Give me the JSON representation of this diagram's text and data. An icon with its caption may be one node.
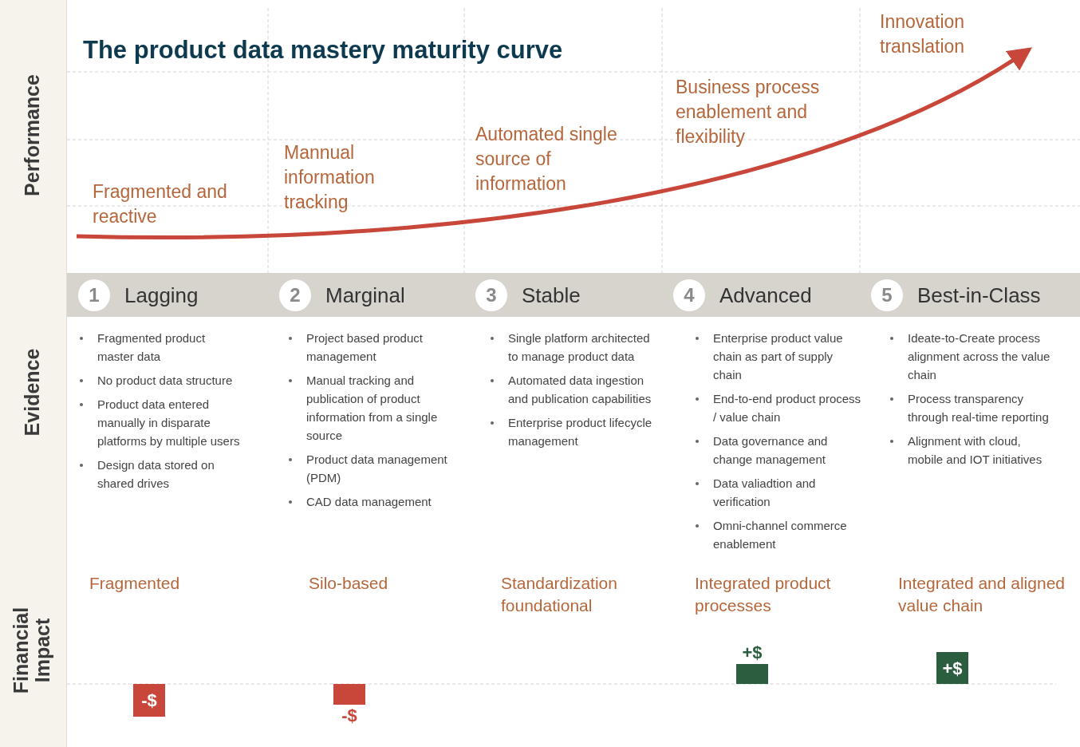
{
  "diagram": {
    "title": "The product data mastery maturity curve",
    "nodes": [
      {
        "text": [
          "1"
        ],
        "beside": [
          "Lagging"
        ]
      },
      {
        "text": [
          "2"
        ],
        "beside": [
          "Marginal"
        ]
      },
      {
        "text": [
          "3"
        ],
        "beside": [
          "Stable"
        ]
      },
      {
        "text": [
          "4"
        ],
        "beside": [
          "Advanced"
        ]
      },
      {
        "text": [
          "5"
        ],
        "beside": [
          "Best-in-Class"
        ]
      },
      {
        "text": [
          "-$"
        ]
      },
      {
        "text": [],
        "shape": "box",
        "beside": [
          "-$"
        ]
      },
      {
        "text": [],
        "shape": "box",
        "beside": [
          "+$"
        ]
      },
      {
        "text": [
          "+$"
        ]
      }
    ],
    "edges": [],
    "labels": [
      "Fragmented and reactive",
      "Mannual information tracking",
      "Automated single source of information",
      "Business process enablement and flexibility",
      "Innovation translation",
      "Fragmented product master data",
      "No product data structure",
      "Product data entered manually in disparate platforms by multiple users",
      "Design data stored on shared drives",
      "Project based product management",
      "Manual tracking and publication of product information from a single source",
      "Product data management (PDM)",
      "CAD data management",
      "Single platform architected to manage product data",
      "Automated data ingestion and publication capabilities",
      "Enterprise product lifecycle management",
      "Enterprise product value chain as part of supply chain",
      "End-to-end product process / value chain",
      "Data governance and change management",
      "Data valiadtion and verification",
      "Omni-channel commerce enablement",
      "Ideate-to-Create process alignment across the value chain",
      "Process transparency through real-time reporting",
      "Alignment with cloud, mobile and IOT initiatives",
      "Fragmented",
      "Silo-based",
      "Standardization foundational",
      "Integrated product processes",
      "Integrated and aligned value chain",
      "Performance",
      "Evidence",
      "Financial Impact"
    ]
  }
}
